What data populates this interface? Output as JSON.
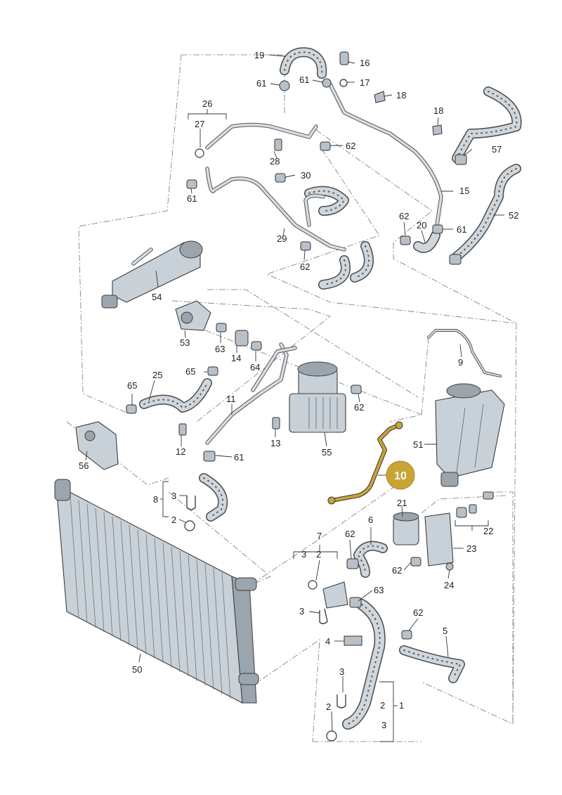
{
  "labels": {
    "l1": "1",
    "l2a": "2",
    "l2b": "2",
    "l2c": "2",
    "l2d": "2",
    "l3a": "3",
    "l3b": "3",
    "l3c": "3",
    "l3d": "3",
    "l3e": "3",
    "l4": "4",
    "l5": "5",
    "l6": "6",
    "l7": "7",
    "l8": "8",
    "l9": "9",
    "l10": "10",
    "l11": "11",
    "l12": "12",
    "l13": "13",
    "l14": "14",
    "l15": "15",
    "l16": "16",
    "l17": "17",
    "l18a": "18",
    "l18b": "18",
    "l19": "19",
    "l20": "20",
    "l21": "21",
    "l22": "22",
    "l23": "23",
    "l24": "24",
    "l25": "25",
    "l26": "26",
    "l27": "27",
    "l28": "28",
    "l29": "29",
    "l30": "30",
    "l50": "50",
    "l51": "51",
    "l52": "52",
    "l53": "53",
    "l54": "54",
    "l55": "55",
    "l56": "56",
    "l57": "57",
    "l61a": "61",
    "l61b": "61",
    "l61c": "61",
    "l61d": "61",
    "l61e": "61",
    "l62a": "62",
    "l62b": "62",
    "l62c": "62",
    "l62d": "62",
    "l62e": "62",
    "l62f": "62",
    "l62g": "62",
    "l63a": "63",
    "l63b": "63",
    "l64": "64",
    "l65a": "65",
    "l65b": "65"
  },
  "highlight": {
    "color": "#c8a437",
    "part": "10"
  },
  "colors": {
    "line": "#333333",
    "part_fill": "#c9d1d8",
    "highlight_fill": "#c8a437"
  }
}
